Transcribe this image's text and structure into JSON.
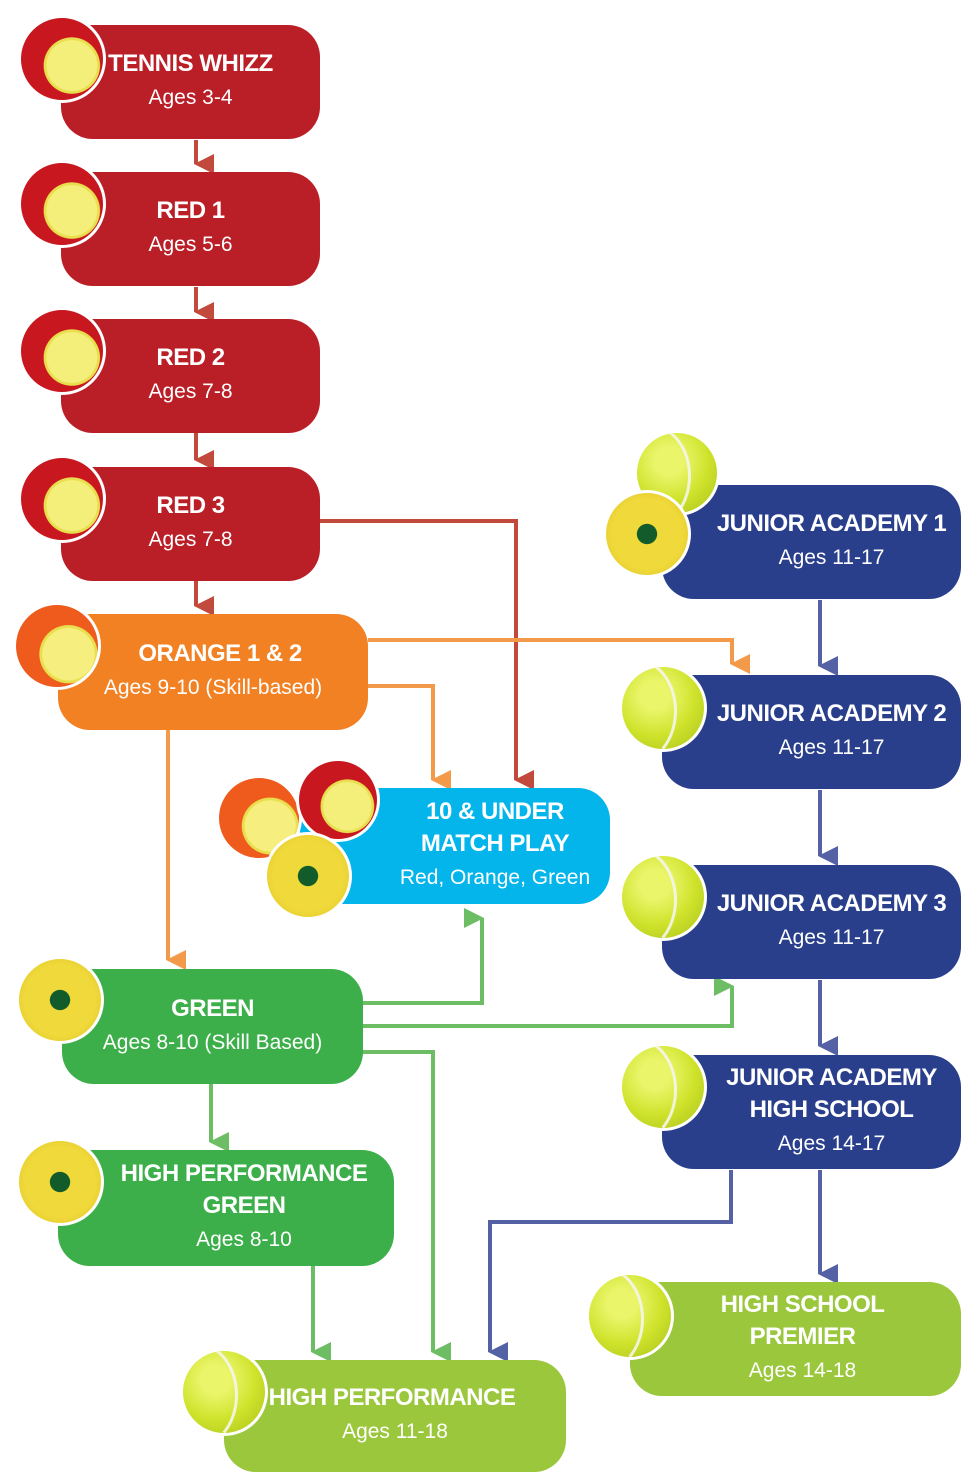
{
  "colors": {
    "red": "#ba1e27",
    "orange": "#f28124",
    "cyan": "#04b5eb",
    "green": "#3caf4a",
    "lime": "#9bc73c",
    "navy": "#2a3f8c",
    "arrow_red": "#c24a3d",
    "arrow_orange": "#f39a4a",
    "arrow_green": "#6cbd63",
    "arrow_navy": "#5461a4"
  },
  "nodes": {
    "tennis_whizz": {
      "title": "TENNIS WHIZZ",
      "subtitle": "Ages 3-4",
      "icon": "red-ball-icon"
    },
    "red1": {
      "title": "RED 1",
      "subtitle": "Ages 5-6",
      "icon": "red-ball-icon"
    },
    "red2": {
      "title": "RED 2",
      "subtitle": "Ages 7-8",
      "icon": "red-ball-icon"
    },
    "red3": {
      "title": "RED 3",
      "subtitle": "Ages 7-8",
      "icon": "red-ball-icon"
    },
    "orange": {
      "title": "ORANGE 1 & 2",
      "subtitle": "Ages 9-10 (Skill-based)",
      "icon": "orange-ball-icon"
    },
    "match_play": {
      "title_line1": "10 & UNDER",
      "title_line2": "MATCH PLAY",
      "subtitle": "Red, Orange, Green",
      "icons": [
        "orange-ball-icon",
        "red-ball-icon",
        "green-dot-ball-icon"
      ]
    },
    "green": {
      "title": "GREEN",
      "subtitle": "Ages 8-10 (Skill Based)",
      "icon": "green-dot-ball-icon"
    },
    "hp_green": {
      "title_line1": "HIGH PERFORMANCE",
      "title_line2": "GREEN",
      "subtitle": "Ages 8-10",
      "icon": "green-dot-ball-icon"
    },
    "hp": {
      "title": "HIGH PERFORMANCE",
      "subtitle": "Ages 11-18",
      "icon": "tennis-ball-icon"
    },
    "ja1": {
      "title": "JUNIOR ACADEMY 1",
      "subtitle": "Ages 11-17",
      "icons": [
        "tennis-ball-icon",
        "green-dot-ball-icon"
      ]
    },
    "ja2": {
      "title": "JUNIOR ACADEMY 2",
      "subtitle": "Ages 11-17",
      "icon": "tennis-ball-icon"
    },
    "ja3": {
      "title": "JUNIOR ACADEMY 3",
      "subtitle": "Ages 11-17",
      "icon": "tennis-ball-icon"
    },
    "jahs": {
      "title_line1": "JUNIOR ACADEMY",
      "title_line2": "HIGH SCHOOL",
      "subtitle": "Ages 14-17",
      "icon": "tennis-ball-icon"
    },
    "hs_premier": {
      "title_line1": "HIGH SCHOOL",
      "title_line2": "PREMIER",
      "subtitle": "Ages 14-18",
      "icon": "tennis-ball-icon"
    }
  },
  "edges": [
    {
      "from": "TENNIS WHIZZ",
      "to": "RED 1"
    },
    {
      "from": "RED 1",
      "to": "RED 2"
    },
    {
      "from": "RED 2",
      "to": "RED 3"
    },
    {
      "from": "RED 3",
      "to": "ORANGE 1 & 2"
    },
    {
      "from": "RED 3",
      "to": "10 & UNDER MATCH PLAY"
    },
    {
      "from": "ORANGE 1 & 2",
      "to": "JUNIOR ACADEMY 2"
    },
    {
      "from": "ORANGE 1 & 2",
      "to": "10 & UNDER MATCH PLAY"
    },
    {
      "from": "ORANGE 1 & 2",
      "to": "GREEN"
    },
    {
      "from": "GREEN",
      "to": "10 & UNDER MATCH PLAY"
    },
    {
      "from": "GREEN",
      "to": "JUNIOR ACADEMY 3"
    },
    {
      "from": "GREEN",
      "to": "HIGH PERFORMANCE GREEN"
    },
    {
      "from": "GREEN",
      "to": "HIGH PERFORMANCE"
    },
    {
      "from": "HIGH PERFORMANCE GREEN",
      "to": "HIGH PERFORMANCE"
    },
    {
      "from": "JUNIOR ACADEMY 1",
      "to": "JUNIOR ACADEMY 2"
    },
    {
      "from": "JUNIOR ACADEMY 2",
      "to": "JUNIOR ACADEMY 3"
    },
    {
      "from": "JUNIOR ACADEMY 3",
      "to": "JUNIOR ACADEMY HIGH SCHOOL"
    },
    {
      "from": "JUNIOR ACADEMY HIGH SCHOOL",
      "to": "HIGH SCHOOL PREMIER"
    },
    {
      "from": "JUNIOR ACADEMY HIGH SCHOOL",
      "to": "HIGH PERFORMANCE"
    }
  ]
}
